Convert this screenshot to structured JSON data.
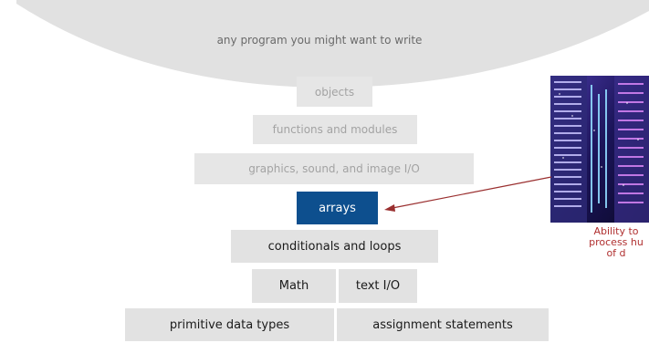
{
  "top": {
    "label": "any program you might want to write"
  },
  "layers": {
    "objects": "objects",
    "functions": "functions and modules",
    "graphics": "graphics, sound, and image I/O",
    "arrays": "arrays",
    "conditionals": "conditionals and loops",
    "math": "Math",
    "text_io": "text I/O",
    "primitive": "primitive data types",
    "assignment": "assignment statements"
  },
  "callout": {
    "line1": "Ability to",
    "line2": "process hu",
    "line3": "of d"
  },
  "colors": {
    "highlight": "#0d4f8e",
    "block": "#e2e2e2",
    "faded_text": "#a3a3a3",
    "arrow": "#9a2f2f",
    "caption": "#b03030"
  }
}
